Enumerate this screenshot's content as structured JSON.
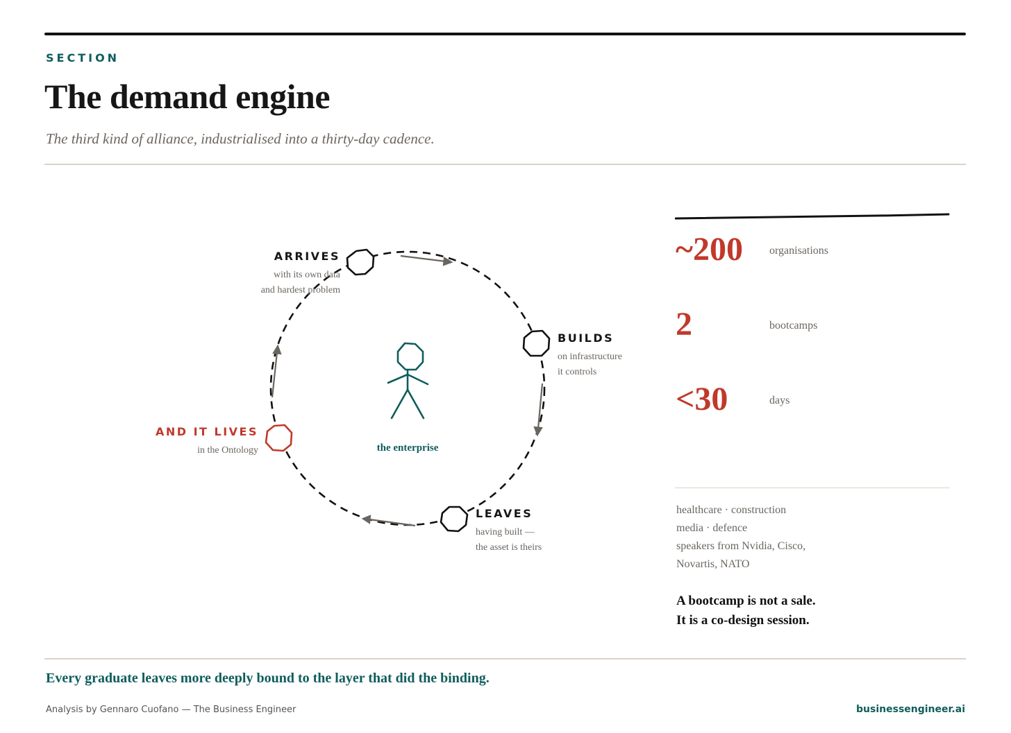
{
  "header": {
    "section_label": "SECTION",
    "title": "The demand engine",
    "subtitle": "The third kind of alliance, industrialised into a thirty-day cadence."
  },
  "cycle": {
    "center_label": "the enterprise",
    "stages": [
      {
        "name": "ARRIVES",
        "desc_line1": "with its own data",
        "desc_line2": "and hardest problem",
        "color": "#161616"
      },
      {
        "name": "BUILDS",
        "desc_line1": "on infrastructure",
        "desc_line2": "it controls",
        "color": "#161616"
      },
      {
        "name": "LEAVES",
        "desc_line1": "having built —",
        "desc_line2": "the asset is theirs",
        "color": "#161616"
      },
      {
        "name": "AND IT LIVES",
        "desc_line1": "in the Ontology",
        "color": "#c0392b"
      }
    ]
  },
  "stats": [
    {
      "value": "~200",
      "label": "organisations"
    },
    {
      "value": "2",
      "label": "bootcamps"
    },
    {
      "value": "<30",
      "label": "days"
    }
  ],
  "sectors": [
    "healthcare · construction",
    "media · defence",
    "speakers from Nvidia, Cisco,",
    "Novartis, NATO"
  ],
  "key_message": [
    "A bootcamp is not a sale.",
    "It is a co-design session."
  ],
  "footer": {
    "statement": "Every graduate leaves more deeply bound to the layer that did the binding.",
    "credit": "Analysis by Gennaro Cuofano — The Business Engineer",
    "site": "businessengineer.ai"
  },
  "colors": {
    "accent_teal": "#0f5d5c",
    "accent_red": "#c0392b",
    "ink": "#161616",
    "muted": "#6b6560",
    "divider": "#d9d2c7"
  }
}
